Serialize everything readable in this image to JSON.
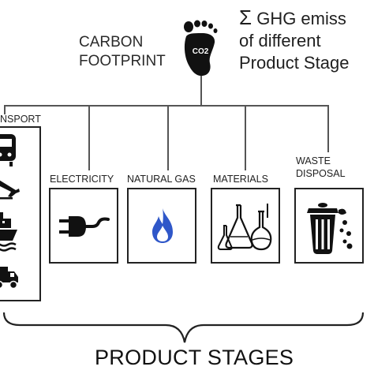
{
  "header": {
    "carbon_line1": "CARBON",
    "carbon_line2": "FOOTPRINT",
    "footprint_badge": "CO2",
    "ghg_symbol": "Σ",
    "ghg_line1": "GHG emiss",
    "ghg_line2": "of different",
    "ghg_line3": "Product Stage"
  },
  "stages": [
    {
      "label": "NSPORT",
      "icons": [
        "train-icon",
        "airplane-icon",
        "ship-icon",
        "truck-icon"
      ]
    },
    {
      "label": "ELECTRICITY",
      "icon": "plug-icon"
    },
    {
      "label": "NATURAL GAS",
      "icon": "flame-icon"
    },
    {
      "label": "MATERIALS",
      "icon": "flasks-icon"
    },
    {
      "label_line1": "WASTE",
      "label_line2": "DISPOSAL",
      "icon": "trash-bin-icon"
    }
  ],
  "footer": {
    "label": "PRODUCT STAGES"
  },
  "colors": {
    "flame": "#2f57c9",
    "ink": "#111111",
    "connector": "#555555"
  }
}
